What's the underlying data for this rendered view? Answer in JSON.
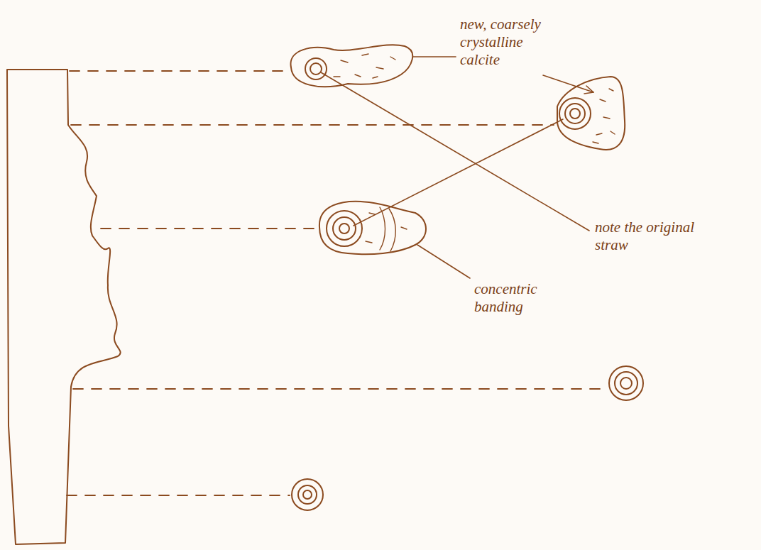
{
  "diagram": {
    "labels": [
      "new, coarsely crystalline calcite",
      "note the original straw",
      "concentric banding"
    ]
  }
}
